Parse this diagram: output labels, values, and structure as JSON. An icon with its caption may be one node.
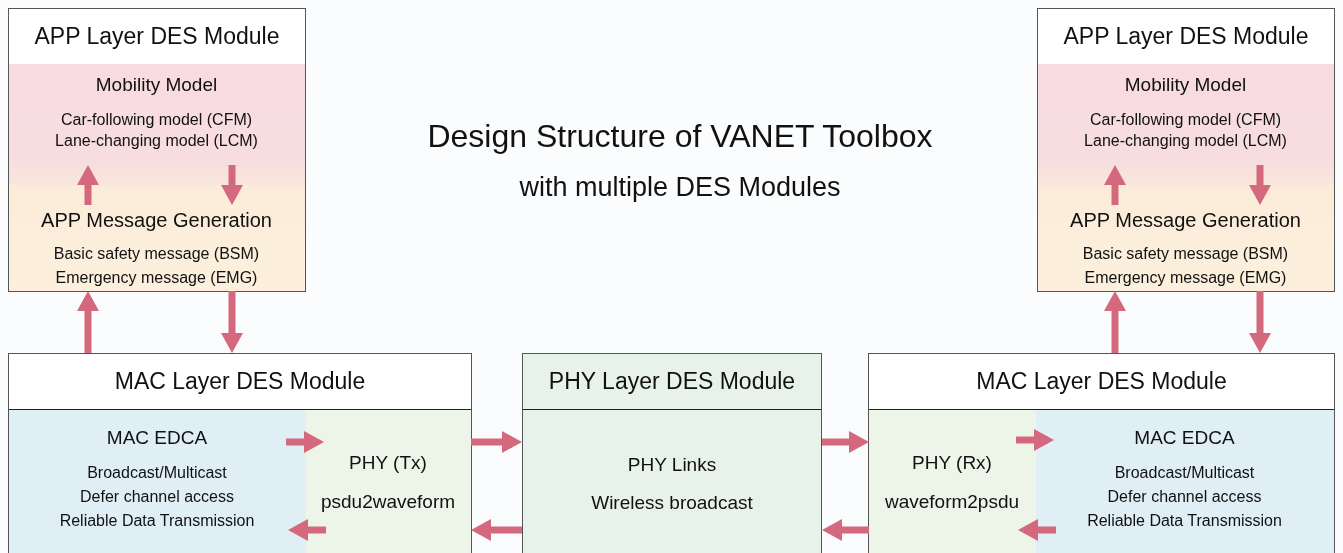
{
  "diagram": {
    "title": "Design Structure of VANET Toolbox",
    "nodes": [
      {
        "text": [
          "APP Layer DES Module"
        ]
      },
      {
        "text": [
          "Mobility Model",
          "Car-following model (CFM)",
          "Lane-changing model (LCM)"
        ],
        "in": 0
      },
      {
        "text": [
          "APP Message Generation",
          "Basic safety message (BSM)",
          "Emergency message (EMG)"
        ],
        "in": 0
      },
      {
        "text": [
          "APP Layer DES Module"
        ]
      },
      {
        "text": [
          "Mobility Model",
          "Car-following model (CFM)",
          "Lane-changing model (LCM)"
        ],
        "in": 3
      },
      {
        "text": [
          "APP Message Generation",
          "Basic safety message (BSM)",
          "Emergency message (EMG)"
        ],
        "in": 3
      },
      {
        "text": [
          "MAC Layer DES Module"
        ]
      },
      {
        "text": [
          "MAC EDCA",
          "Broadcast/Multicast",
          "Defer channel access",
          "Reliable Data Transmission"
        ],
        "in": 6
      },
      {
        "text": [
          "PHY (Tx)",
          "psdu2waveform"
        ],
        "in": 6
      },
      {
        "text": [
          "PHY Layer DES Module",
          "PHY Links",
          "Wireless broadcast"
        ]
      },
      {
        "text": [
          "MAC Layer DES Module"
        ]
      },
      {
        "text": [
          "PHY (Rx)",
          "waveform2psdu"
        ],
        "in": 10
      },
      {
        "text": [
          "MAC EDCA",
          "Broadcast/Multicast",
          "Defer channel access",
          "Reliable Data Transmission"
        ],
        "in": 10
      }
    ],
    "edges": [
      {
        "from": 2,
        "to": 1,
        "arrow": "to"
      },
      {
        "from": 1,
        "to": 2,
        "arrow": "to"
      },
      {
        "from": 6,
        "to": 2,
        "arrow": "to"
      },
      {
        "from": 2,
        "to": 6,
        "arrow": "to"
      },
      {
        "from": 5,
        "to": 4,
        "arrow": "to"
      },
      {
        "from": 4,
        "to": 5,
        "arrow": "to"
      },
      {
        "from": 10,
        "to": 5,
        "arrow": "to"
      },
      {
        "from": 5,
        "to": 10,
        "arrow": "to"
      },
      {
        "from": 7,
        "to": 8,
        "arrow": "to"
      },
      {
        "from": 8,
        "to": 7,
        "arrow": "to"
      },
      {
        "from": 8,
        "to": 9,
        "arrow": "to"
      },
      {
        "from": 9,
        "to": 8,
        "arrow": "to"
      },
      {
        "from": 9,
        "to": 11,
        "arrow": "to"
      },
      {
        "from": 11,
        "to": 9,
        "arrow": "to"
      },
      {
        "from": 11,
        "to": 12,
        "arrow": "to"
      },
      {
        "from": 12,
        "to": 11,
        "arrow": "to"
      }
    ],
    "labels": [
      "with multiple DES Modules"
    ]
  }
}
